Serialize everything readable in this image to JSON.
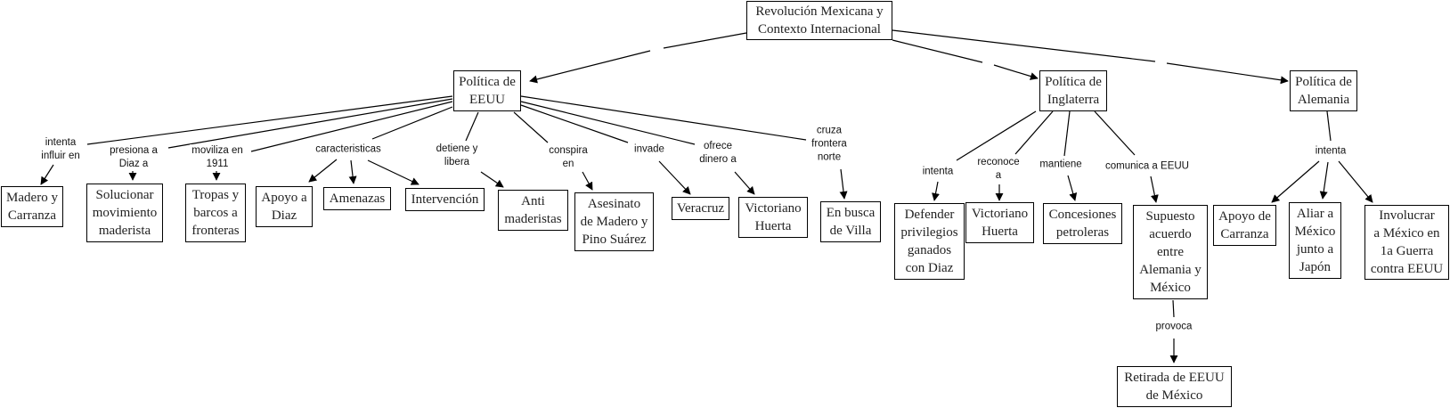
{
  "title": "Revolución Mexicana y Contexto Internacional",
  "nodes": {
    "root": "Revolución Mexicana y\nContexto Internacional",
    "eeuu": "Política de\nEEUU",
    "inglaterra": "Política de\nInglaterra",
    "alemania": "Política de\nAlemania",
    "madero_carranza": "Madero y\nCarranza",
    "solucionar": "Solucionar\nmovimiento\nmaderista",
    "tropas": "Tropas y\nbarcos a\nfronteras",
    "apoyo_diaz": "Apoyo a\nDiaz",
    "amenazas": "Amenazas",
    "intervencion": "Intervención",
    "anti_maderistas": "Anti\nmaderistas",
    "asesinato": "Asesinato\nde Madero y\nPino Suárez",
    "veracruz": "Veracruz",
    "huerta_eeuu": "Victoriano\nHuerta",
    "villa": "En busca\nde Villa",
    "defender": "Defender\nprivilegios\nganados\ncon Diaz",
    "huerta_ing": "Victoriano\nHuerta",
    "concesiones": "Concesiones\npetroleras",
    "supuesto": "Supuesto\nacuerdo\nentre\nAlemania y\nMéxico",
    "retirada": "Retirada de EEUU\nde México",
    "apoyo_carranza": "Apoyo de\nCarranza",
    "aliar": "Aliar a\nMéxico\njunto a\nJapón",
    "involucrar": "Involucrar\na México en\n1a Guerra\ncontra EEUU"
  },
  "labels": {
    "intenta_influir": "intenta\ninfluir en",
    "presiona": "presiona a\nDiaz a",
    "moviliza": "moviliza en\n1911",
    "caracteristicas": "caracteristicas",
    "detiene": "detiene y\nlibera",
    "conspira": "conspira\nen",
    "invade": "invade",
    "ofrece": "ofrece\ndinero a",
    "cruza": "cruza\nfrontera\nnorte",
    "intenta_ing": "intenta",
    "reconoce": "reconoce\na",
    "mantiene": "mantiene",
    "comunica": "comunica a EEUU",
    "provoca": "provoca",
    "intenta_ale": "intenta"
  }
}
